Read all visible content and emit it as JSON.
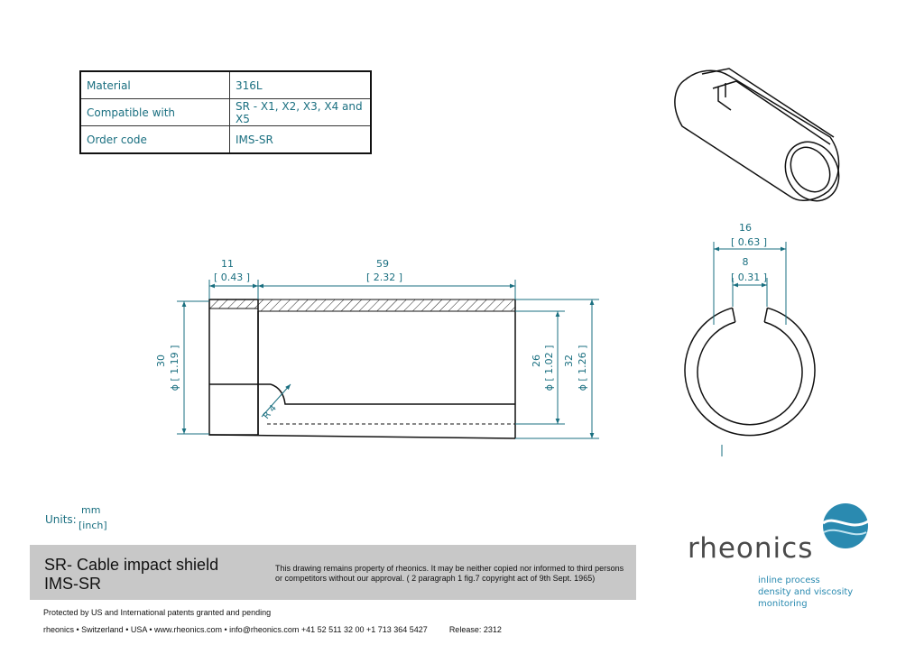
{
  "spec_table": [
    {
      "key": "Material",
      "value": "316L"
    },
    {
      "key": "Compatible with",
      "value": "SR - X1, X2, X3, X4 and X5"
    },
    {
      "key": "Order code",
      "value": "IMS-SR"
    }
  ],
  "dimensions": {
    "left_len_mm": "11",
    "left_len_in": "[ 0.43 ]",
    "main_len_mm": "59",
    "main_len_in": "[ 2.32 ]",
    "od_left_mm": "30",
    "od_left_in": "ϕ [ 1.19 ]",
    "id_mm": "26",
    "id_in": "ϕ [ 1.02 ]",
    "od_right_mm": "32",
    "od_right_in": "ϕ [ 1.26 ]",
    "radius": "R 4",
    "top_width_mm": "16",
    "top_width_in": "[ 0.63 ]",
    "slot_mm": "8",
    "slot_in": "[ 0.31 ]"
  },
  "units": {
    "label": "Units:",
    "mm": "mm",
    "inch": "[inch]"
  },
  "title": {
    "line1": "SR- Cable impact shield",
    "line2": "IMS-SR",
    "notice": "This drawing remains property of rheonics. It may be neither copied nor informed to third persons or competitors without our approval. ( 2 paragraph 1 fig.7 copyright act of 9th Sept. 1965)"
  },
  "footer": {
    "patents": "Protected by US and International patents granted and pending",
    "contact": "rheonics • Switzerland • USA • www.rheonics.com • info@rheonics.com +41 52 511 32 00 +1 713 364 5427",
    "release": "Release: 2312"
  },
  "logo": {
    "name": "rheonics",
    "tagline": [
      "inline process",
      "density and viscosity",
      "monitoring"
    ]
  },
  "colors": {
    "dimension": "#1a6f80",
    "outline": "#111111",
    "logo_blue": "#2a8ab0",
    "title_bar": "#c8c8c8"
  }
}
